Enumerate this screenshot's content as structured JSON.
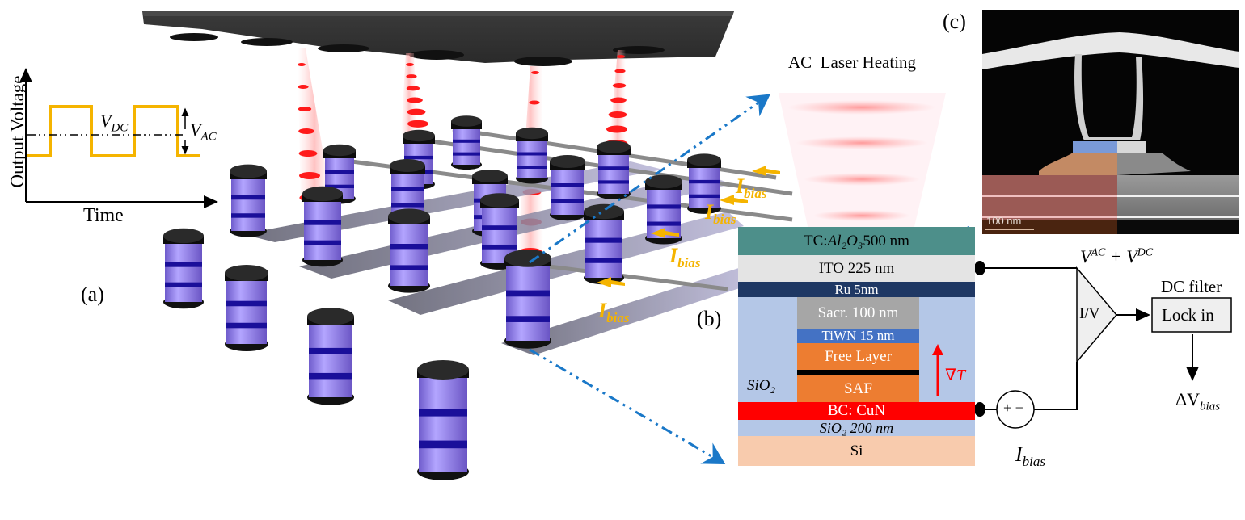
{
  "panel_labels": {
    "a": "(a)",
    "b": "(b)",
    "c": "(c)"
  },
  "waveform": {
    "ylabel": "Output Voltage",
    "xlabel": "Time",
    "vdc_label": "V",
    "vdc_sub": "DC",
    "vac_label": "V",
    "vac_sub": "AC",
    "wave_color": "#f5b400"
  },
  "array": {
    "bias_labels": [
      {
        "main": "I",
        "sub": "bias"
      },
      {
        "main": "I",
        "sub": "bias"
      },
      {
        "main": "I",
        "sub": "bias"
      },
      {
        "main": "I",
        "sub": "bias"
      }
    ],
    "bias_color": "#f5b400",
    "pillar_color": "#8f7bea",
    "band_color": "#1a0f9a",
    "laser_color": "#ff1a1a"
  },
  "laser": {
    "title": "AC  Laser Heating"
  },
  "stack": {
    "layers": [
      {
        "name": "tc",
        "text": "TC: ",
        "formula": "Al₂O₃",
        "suffix": " 500 nm",
        "color": "#4d8f8a"
      },
      {
        "name": "ito",
        "text": "ITO 225 nm",
        "color": "#e4e4e4"
      },
      {
        "name": "ru",
        "text": "Ru 5nm",
        "color": "#1f3864"
      },
      {
        "name": "sacr",
        "text": "Sacr. 100 nm",
        "color": "#a6a6a6"
      },
      {
        "name": "tiwn",
        "text": "TiWN 15 nm",
        "color": "#4472c4"
      },
      {
        "name": "free",
        "text": "Free Layer",
        "color": "#ed7d31"
      },
      {
        "name": "saf",
        "text": "SAF",
        "color": "#ed7d31"
      },
      {
        "name": "bc",
        "text": "BC:  CuN",
        "color": "#ff0000"
      },
      {
        "name": "sio2-200",
        "text": "SiO₂ 200 nm",
        "color": "#b4c7e7"
      },
      {
        "name": "si",
        "text": "Si",
        "color": "#f8cbad"
      }
    ],
    "sio2_label": "SiO₂",
    "grad_label": "∇T",
    "fill_color": "#b4c7e7"
  },
  "sem": {
    "scale_bar": "100 nm"
  },
  "circuit": {
    "amp_label": "I/V",
    "amp_output_label": "V",
    "amp_output_sup1": "AC",
    "amp_output_plus": " + V",
    "amp_output_sup2": "DC",
    "filter_title": "DC filter",
    "filter_box": "Lock in",
    "output_label": "ΔV",
    "output_sub": "bias",
    "source_symbol": "+ −",
    "source_label": "I",
    "source_sub": "bias"
  }
}
